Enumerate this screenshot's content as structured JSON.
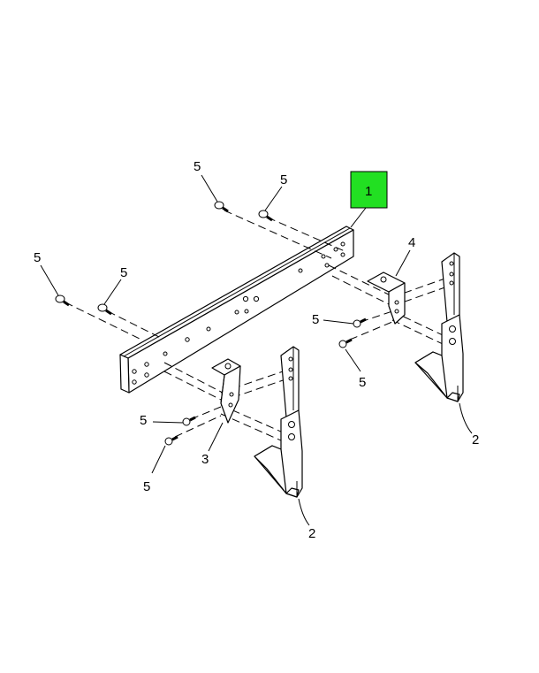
{
  "diagram": {
    "highlight_color": "#22e022",
    "callouts": {
      "c1": "1",
      "c2a": "2",
      "c2b": "2",
      "c3": "3",
      "c4": "4",
      "c5a": "5",
      "c5b": "5",
      "c5c": "5",
      "c5d": "5",
      "c5e": "5",
      "c5f": "5",
      "c5g": "5",
      "c5h": "5"
    }
  }
}
